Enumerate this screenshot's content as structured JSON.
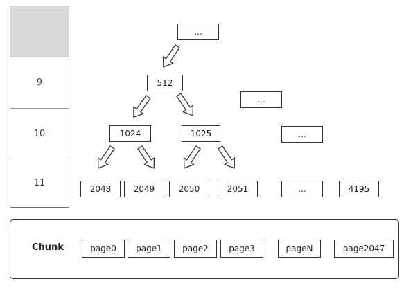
{
  "levels": {
    "top": "",
    "level9": "9",
    "level10": "10",
    "level11": "11"
  },
  "tree": {
    "root": "…",
    "n512": "512",
    "n1024": "1024",
    "n1025": "1025",
    "n2048": "2048",
    "n2049": "2049",
    "n2050": "2050",
    "n2051": "2051",
    "ellipsis_l9": "…",
    "ellipsis_l10": "…",
    "ellipsis_l11": "…",
    "n4195": "4195"
  },
  "chunk": {
    "label": "Chunk",
    "pages": [
      "page0",
      "page1",
      "page2",
      "page3",
      "pageN",
      "page2047"
    ]
  }
}
